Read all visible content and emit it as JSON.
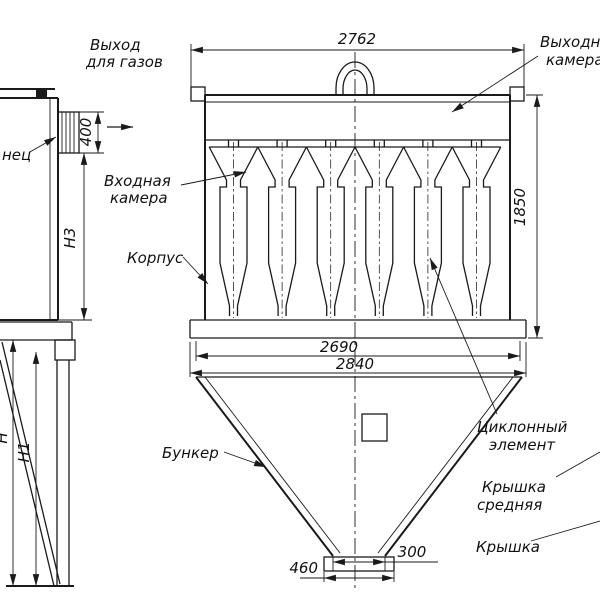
{
  "drawing": {
    "labels": {
      "gas_outlet_1": "Выход",
      "gas_outlet_2": "для газов",
      "flange_partial": "нец",
      "inlet_chamber_1": "Входная",
      "inlet_chamber_2": "камера",
      "body": "Корпус",
      "hopper": "Бункер",
      "outlet_chamber_1": "Выходная",
      "outlet_chamber_2": "камера",
      "cyclone_element_1": "Циклонный",
      "cyclone_element_2": "элемент",
      "cover_middle_1": "Крышка",
      "cover_middle_2": "средняя",
      "cover": "Крышка"
    },
    "dimensions": {
      "top_width": "2762",
      "gas_outlet_height": "400",
      "body_height": "1850",
      "flange_inner": "2690",
      "flange_outer": "2840",
      "outlet_flange_width": "460",
      "outlet_width": "300",
      "h3": "Н3",
      "h": "Н",
      "h1": "Н1"
    },
    "colors": {
      "line": "#1a1a1a",
      "background": "#ffffff"
    }
  }
}
